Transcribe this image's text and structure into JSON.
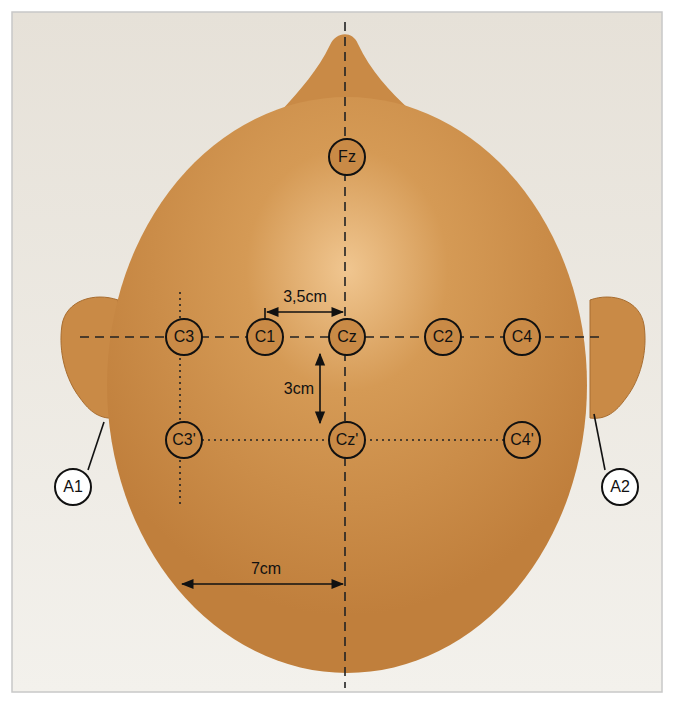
{
  "diagram": {
    "nodes": [
      {
        "text": [
          "Fz"
        ]
      },
      {
        "text": [
          "C3"
        ]
      },
      {
        "text": [
          "C1"
        ]
      },
      {
        "text": [
          "Cz"
        ]
      },
      {
        "text": [
          "C2"
        ]
      },
      {
        "text": [
          "C4"
        ]
      },
      {
        "text": [
          "A1"
        ]
      },
      {
        "text": [
          "C3'"
        ]
      },
      {
        "text": [
          "Cz'"
        ]
      },
      {
        "text": [
          "C4'"
        ]
      },
      {
        "text": [
          "A2"
        ]
      }
    ],
    "edges": [
      {
        "from": 3,
        "to": 8,
        "label": "3cm",
        "arrow": "both"
      }
    ],
    "labels": [
      "3,5cm",
      "7cm"
    ]
  }
}
